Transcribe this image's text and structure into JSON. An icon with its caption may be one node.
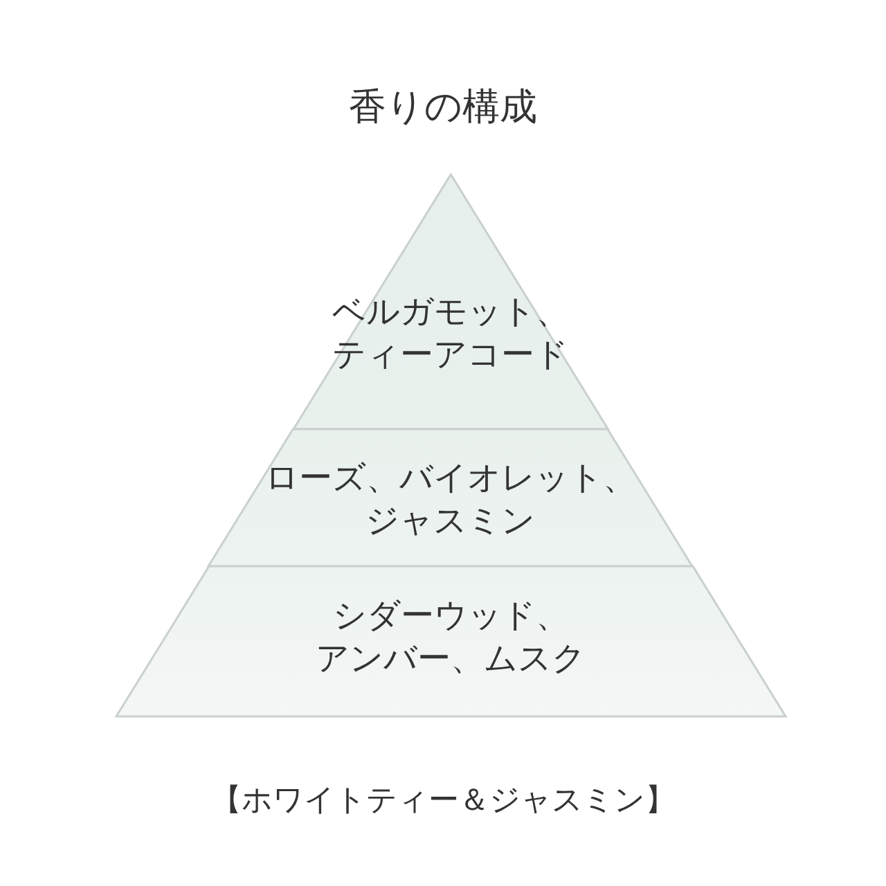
{
  "diagram": {
    "title": "香りの構成",
    "nodes": [
      {
        "text": [
          "ベルガモット、ティーアコード"
        ]
      },
      {
        "text": [
          "ローズ、バイオレット、ジャスミン"
        ]
      },
      {
        "text": [
          "シダーウッド、アンバー、ムスク"
        ]
      }
    ],
    "caption": "【ホワイトティー＆ジャスミン】"
  }
}
